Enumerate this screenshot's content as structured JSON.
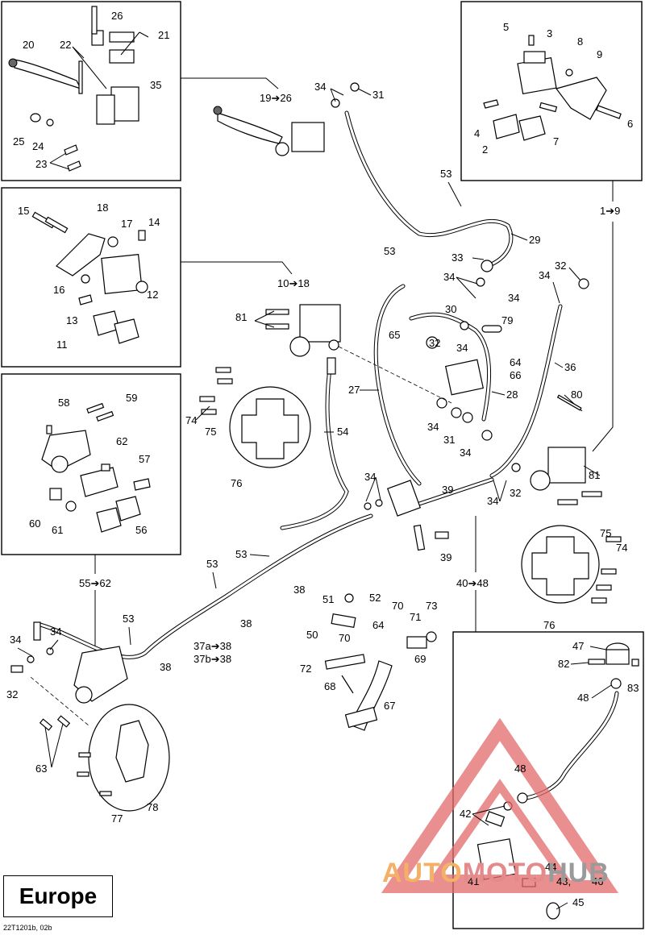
{
  "region": "Europe",
  "reference_code": "22T1201b, 02b",
  "watermark": {
    "part1": "AUTO",
    "part2": "MOTO",
    "part3": "HUB"
  },
  "callouts": {
    "a20": "20",
    "a22": "22",
    "a26": "26",
    "a21": "21",
    "a35": "35",
    "a25": "25",
    "a24": "24",
    "a23": "23",
    "b5": "5",
    "b3": "3",
    "b8": "8",
    "b9": "9",
    "b4": "4",
    "b2": "2",
    "b7": "7",
    "b6": "6",
    "c15": "15",
    "c18": "18",
    "c17": "17",
    "c14": "14",
    "c16": "16",
    "c12": "12",
    "c13": "13",
    "c11": "11",
    "d58": "58",
    "d59": "59",
    "d62": "62",
    "d57": "57",
    "d60": "60",
    "d61": "61",
    "d56": "56",
    "m19_26": "19➔26",
    "m34a": "34",
    "m31a": "31",
    "m53a": "53",
    "m29": "29",
    "m53b": "53",
    "m1_9": "1➔9",
    "m33": "33",
    "m34b": "34",
    "m34c": "34",
    "m32a": "32",
    "m34d": "34",
    "m30": "30",
    "m79": "79",
    "m10_18": "10➔18",
    "m81a": "81",
    "m65": "65",
    "m32b": "32",
    "m34e": "34",
    "m64": "64",
    "m66": "66",
    "m36": "36",
    "m27": "27",
    "m28": "28",
    "m80": "80",
    "m34f": "34",
    "m31b": "31",
    "m34g": "34",
    "m74a": "74",
    "m75a": "75",
    "m54": "54",
    "m76a": "76",
    "m34h": "34",
    "m39a": "39",
    "m81b": "81",
    "m32c": "32",
    "m34i": "34",
    "m39b": "39",
    "m75b": "75",
    "m74b": "74",
    "m76b": "76",
    "m53c": "53",
    "m53d": "53",
    "m38a": "38",
    "m38b": "38",
    "m55_62": "55➔62",
    "m40_48": "40➔48",
    "m51": "51",
    "m52": "52",
    "m70a": "70",
    "m73": "73",
    "m71": "71",
    "m64b": "64",
    "m50": "50",
    "m70b": "70",
    "m69": "69",
    "m72": "72",
    "m68": "68",
    "m67": "67",
    "m53e": "53",
    "m37a": "37a➔38",
    "m37b": "37b➔38",
    "m38c": "38",
    "m34j": "34",
    "m34k": "34",
    "m32d": "32",
    "m63": "63",
    "m78": "78",
    "m77": "77",
    "e47": "47",
    "e82": "82",
    "e83": "83",
    "e48a": "48",
    "e48b": "48",
    "e42": "42",
    "e44": "44",
    "e41": "41",
    "e43": "43, ",
    "e46": "46",
    "e45": "45"
  }
}
